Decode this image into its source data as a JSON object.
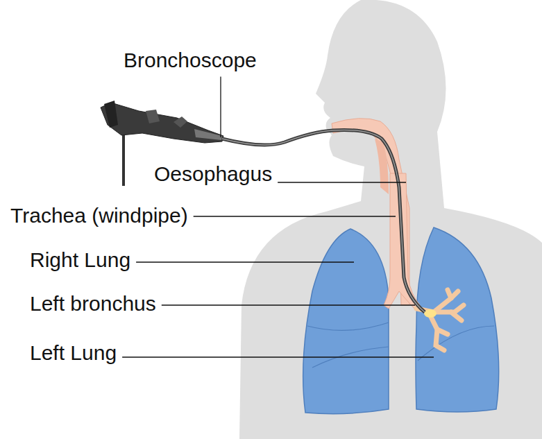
{
  "diagram": {
    "labels": [
      "Bronchoscope",
      "Oesophagus",
      "Trachea (windpipe)",
      "Right Lung",
      "Left bronchus",
      "Left Lung"
    ]
  }
}
